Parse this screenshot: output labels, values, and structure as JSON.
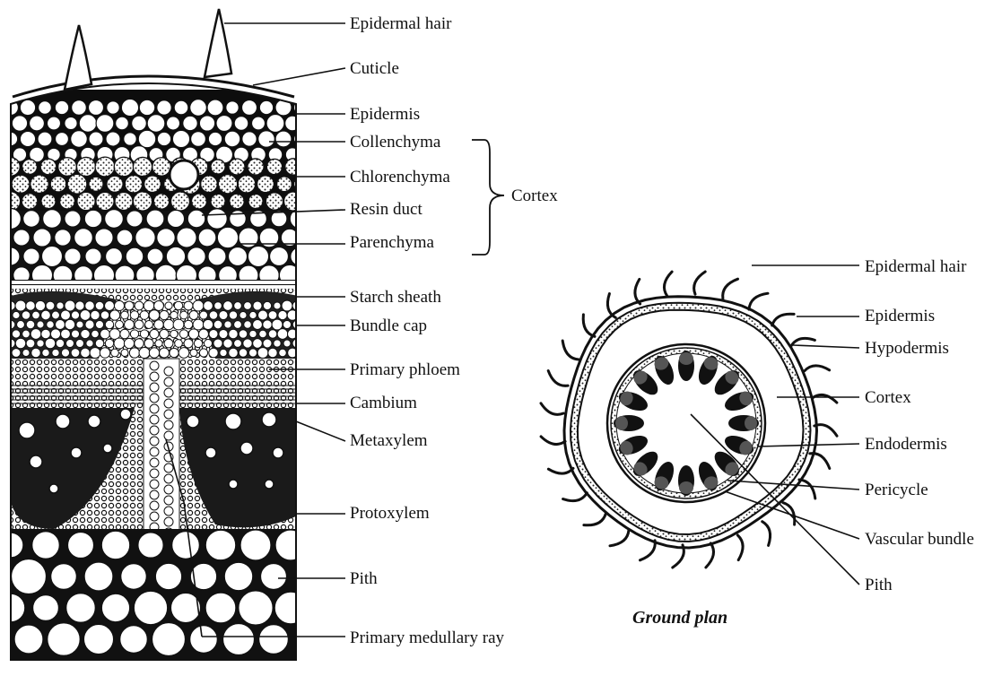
{
  "left_labels": [
    "Epidermal hair",
    "Cuticle",
    "Epidermis",
    "Collenchyma",
    "Chlorenchyma",
    "Resin duct",
    "Parenchyma",
    "Starch sheath",
    "Bundle cap",
    "Primary phloem",
    "Cambium",
    "Metaxylem",
    "Protoxylem",
    "Pith",
    "Primary medullary ray"
  ],
  "group_label": "Cortex",
  "right_labels": [
    "Epidermal hair",
    "Epidermis",
    "Hypodermis",
    "Cortex",
    "Endodermis",
    "Pericycle",
    "Vascular bundle",
    "Pith"
  ],
  "caption": "Ground plan"
}
